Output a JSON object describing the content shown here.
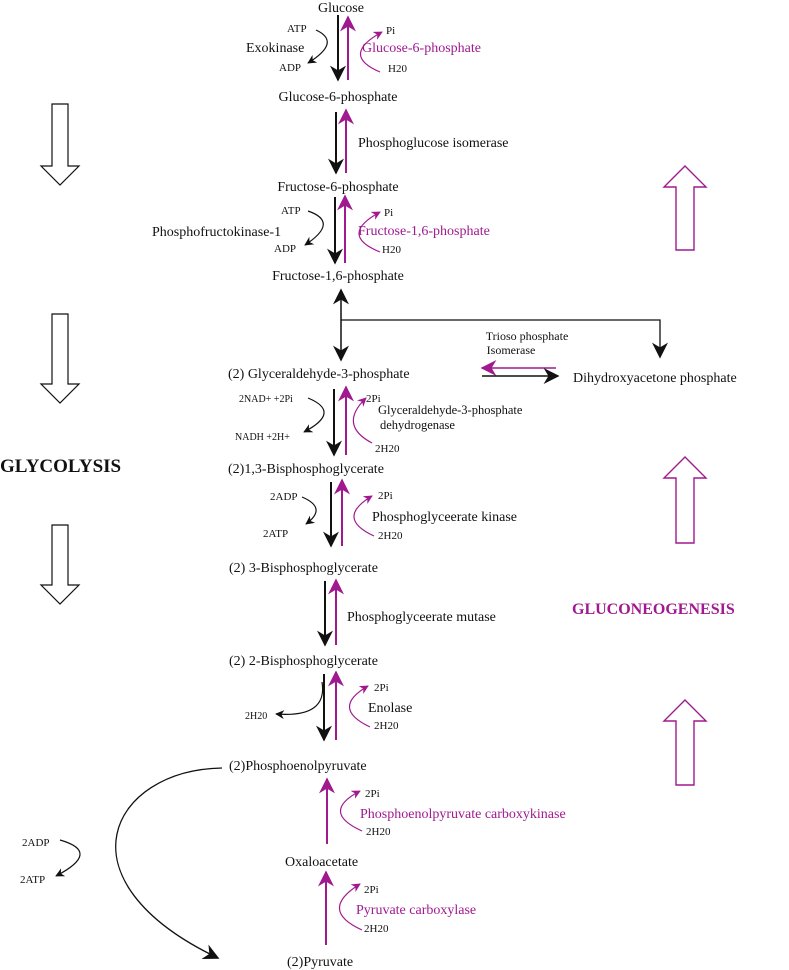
{
  "colors": {
    "glycolysis": "#111111",
    "gluconeogenesis": "#a0198f",
    "background": "#ffffff"
  },
  "side_labels": {
    "glycolysis": "GLYCOLYSIS",
    "gluconeogenesis": "GLUCONEOGENESIS"
  },
  "metabolites": {
    "glucose": "Glucose",
    "g6p": "Glucose-6-phosphate",
    "f6p": "Fructose-6-phosphate",
    "f16bp": "Fructose-1,6-phosphate",
    "gap": "(2) Glyceraldehyde-3-phosphate",
    "dhap": "Dihydroxyacetone phosphate",
    "bpg13": "(2)1,3-Bisphosphoglycerate",
    "pg3": "(2) 3-Bisphosphoglycerate",
    "pg2": "(2) 2-Bisphosphoglycerate",
    "pep": "(2)Phosphoenolpyruvate",
    "oaa": "Oxaloacetate",
    "pyruvate": "(2)Pyruvate"
  },
  "enzymes": {
    "hexokinase": "Exokinase",
    "g6pase": "Glucose-6-phosphate",
    "pgi": "Phosphoglucose isomerase",
    "pfk": "Phosphofructokinase-1",
    "fbpase": "Fructose-1,6-phosphate",
    "tpi_1": "Trioso phosphate",
    "tpi_2": "Isomerase",
    "gapdh_1": "Glyceraldehyde-3-phosphate",
    "gapdh_2": "dehydrogenase",
    "pgk": "Phosphoglyceerate kinase",
    "pgm": "Phosphoglyceerate mutase",
    "enolase": "Enolase",
    "pepck": "Phosphoenolpyruvate carboxykinase",
    "pc": "Pyruvate carboxylase"
  },
  "cofactors": {
    "atp1": "ATP",
    "adp1": "ADP",
    "pi1": "Pi",
    "h2o1": "H20",
    "atp2": "ATP",
    "adp2": "ADP",
    "pi2": "Pi",
    "h2o2": "H20",
    "nad": "2NAD+ +2Pi",
    "nadh": "NADH +2H+",
    "pi_gapdh": "2Pi",
    "h2o_gapdh": "2H20",
    "adp_pgk": "2ADP",
    "atp_pgk": "2ATP",
    "pi_pgk": "2Pi",
    "h2o_pgk": "2H20",
    "h2o_eno": "2H20",
    "pi_eno": "2Pi",
    "h2o_eno2": "2H20",
    "pi_pepck": "2Pi",
    "h2o_pepck": "2H20",
    "adp_pk": "2ADP",
    "atp_pk": "2ATP",
    "pi_pc": "2Pi",
    "h2o_pc": "2H20"
  }
}
